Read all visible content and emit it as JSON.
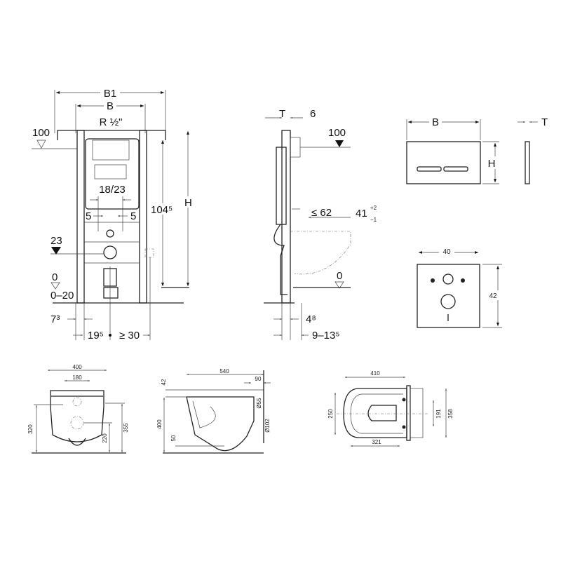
{
  "installation_frame_front": {
    "b1": "B1",
    "b": "B",
    "supply": "R ½\"",
    "top_level": "100",
    "drain_level": "23",
    "floor_level": "0",
    "floor_range": "0–20",
    "spacing": "18/23",
    "offset_left": "5",
    "offset_right": "5",
    "height_to_floor": "104⁵",
    "height": "H",
    "rail_offset": "7³",
    "center_left": "19⁵",
    "socket_distance": "≥ 30"
  },
  "installation_frame_side": {
    "depth": "T",
    "plate": "6",
    "top_level": "100",
    "projection": "≤ 62",
    "pipe_height": "41",
    "tol_plus": "+2",
    "tol_minus": "−1",
    "floor_level": "0",
    "wall_gap": "4⁸",
    "wall_range": "9–13⁵"
  },
  "flush_plate": {
    "width": "B",
    "height": "H",
    "depth": "T"
  },
  "wall_plate": {
    "width": "40",
    "height": "42"
  },
  "bowl_front": {
    "width": "400",
    "bolt_spacing": "180",
    "bolt_height": "320",
    "inlet_height": "355",
    "outlet_height": "220"
  },
  "bowl_side": {
    "length": "540",
    "inlet_depth": "90",
    "top_thickness": "42",
    "inlet_dia": "Ø55",
    "outlet_dia": "Ø102",
    "height": "400",
    "base": "50"
  },
  "bowl_top": {
    "length": "410",
    "seat_length": "321",
    "seat_width": "250",
    "bolt_spacing": "191",
    "wall_width": "358"
  }
}
